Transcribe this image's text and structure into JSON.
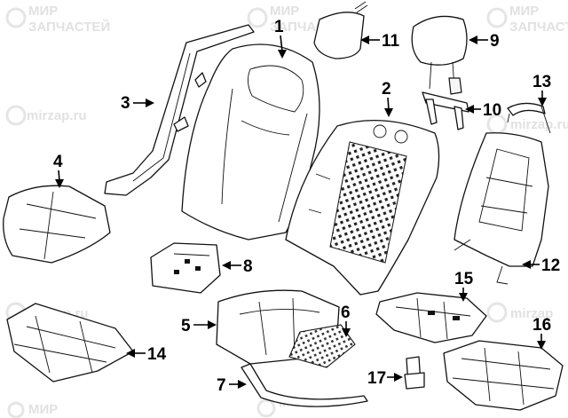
{
  "watermark": {
    "brand_line1": "МИР",
    "brand_line2": "ЗАПЧАСТЕЙ",
    "site": "mirzap.ru",
    "site_short": "mirzap"
  },
  "callouts": [
    {
      "id": "1",
      "label": "1"
    },
    {
      "id": "2",
      "label": "2"
    },
    {
      "id": "3",
      "label": "3"
    },
    {
      "id": "4",
      "label": "4"
    },
    {
      "id": "5",
      "label": "5"
    },
    {
      "id": "6",
      "label": "6"
    },
    {
      "id": "7",
      "label": "7"
    },
    {
      "id": "8",
      "label": "8"
    },
    {
      "id": "9",
      "label": "9"
    },
    {
      "id": "10",
      "label": "10"
    },
    {
      "id": "11",
      "label": "11"
    },
    {
      "id": "12",
      "label": "12"
    },
    {
      "id": "13",
      "label": "13"
    },
    {
      "id": "14",
      "label": "14"
    },
    {
      "id": "15",
      "label": "15"
    },
    {
      "id": "16",
      "label": "16"
    },
    {
      "id": "17",
      "label": "17"
    }
  ]
}
